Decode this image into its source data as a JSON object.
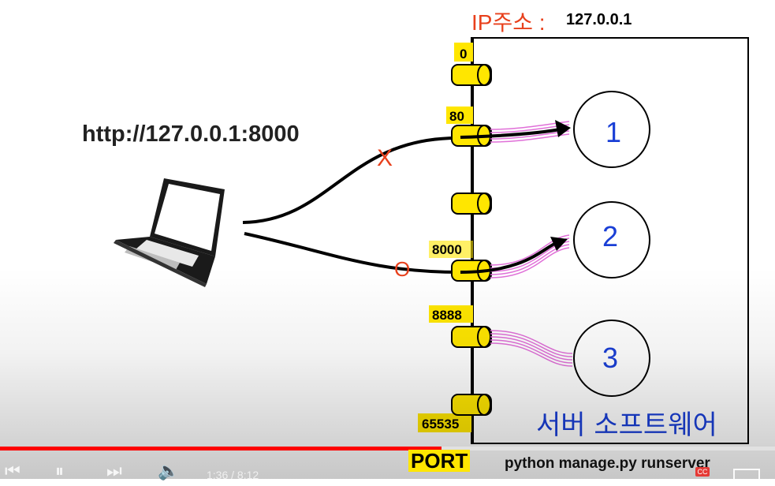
{
  "diagram": {
    "url_label": "http://127.0.0.1:8000",
    "ip_prefix": "IP주소 :",
    "ip_value": "127.0.0.1",
    "ports": [
      "0",
      "80",
      "8000",
      "8888",
      "65535"
    ],
    "server_labels": [
      "1",
      "2",
      "3"
    ],
    "blocked_mark": "X",
    "allowed_mark": "O",
    "server_caption": "서버 소프트웨어",
    "port_title": "PORT",
    "command": "python manage.py runserver"
  },
  "player": {
    "time": "1:36 / 8:12",
    "progress_fraction": 0.57,
    "accent": "#ff0000"
  },
  "colors": {
    "highlight": "#ffe600",
    "annotation_red": "#e8401c",
    "annotation_blue": "#1a3fd6",
    "connection_pink": "#e070d8"
  }
}
